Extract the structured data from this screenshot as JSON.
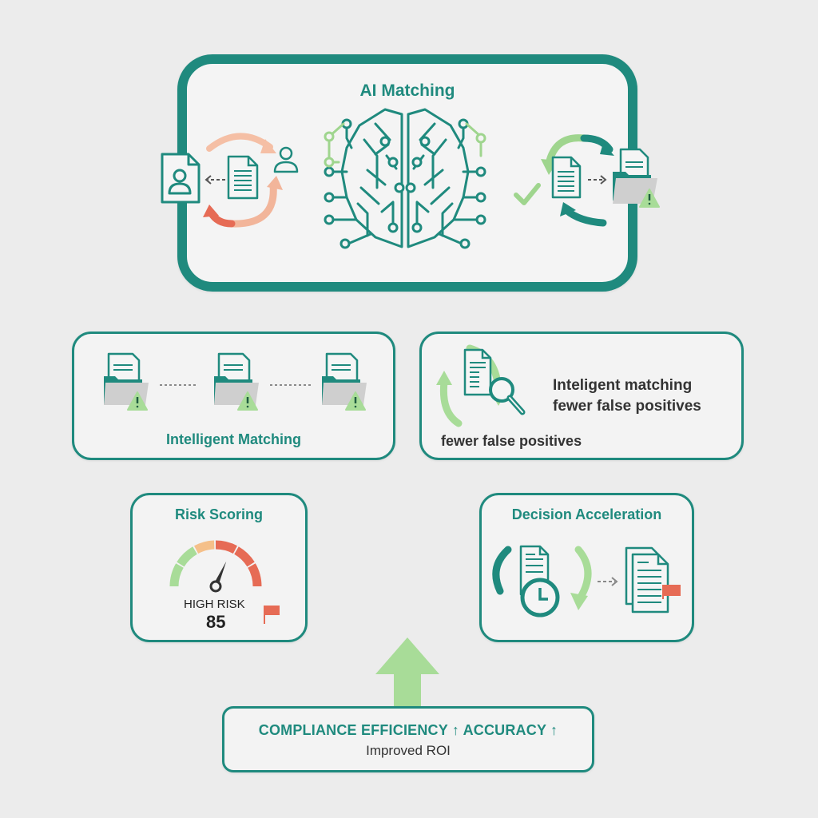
{
  "colors": {
    "background": "#ececec",
    "teal": "#1f8a7e",
    "light_green": "#9fd58e",
    "salmon": "#f2b59a",
    "coral": "#e66b55",
    "gray_folder": "#c9c9c9",
    "dark_text": "#333333"
  },
  "ai_matching": {
    "title": "AI Matching",
    "icons": [
      "profile-document-icon",
      "document-icon",
      "user-icon",
      "cycle-arrows-icon",
      "ai-brain-icon",
      "checkmark-icon",
      "folder-warning-icon"
    ]
  },
  "intelligent_matching": {
    "title": "Intelligent Matching",
    "folder_count": 3
  },
  "false_positives": {
    "heading_line1": "Inteligent matching",
    "heading_line2": "fewer false positives",
    "caption": "fewer false positives"
  },
  "risk_scoring": {
    "title": "Risk Scoring",
    "level_label": "HIGH RISK",
    "score": "85",
    "score_value": 85,
    "score_max": 100
  },
  "decision_acceleration": {
    "title": "Decision Acceleration"
  },
  "outcome": {
    "line1": "COMPLIANCE EFFICIENCY ↑ ACCURACY ↑",
    "line2": "Improved ROI"
  }
}
